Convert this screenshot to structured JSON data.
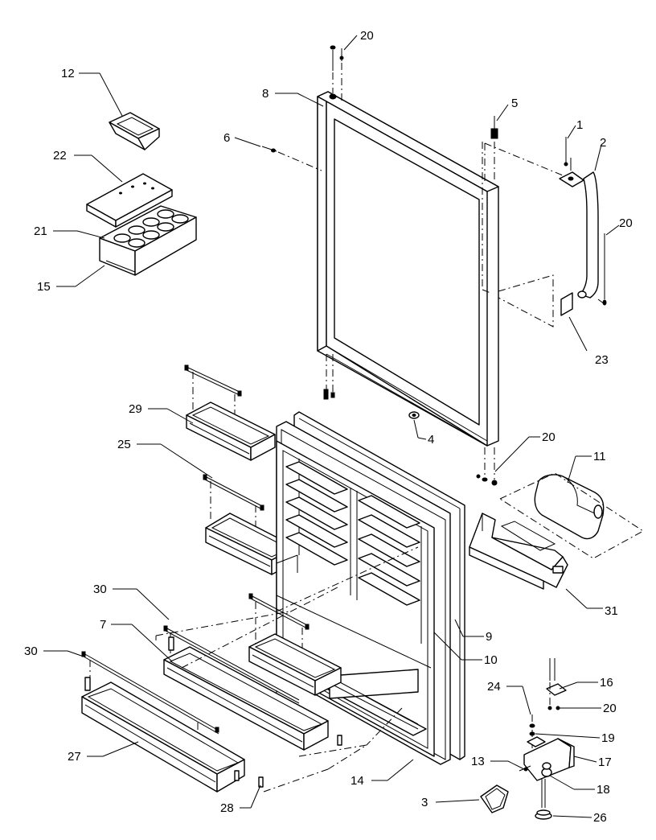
{
  "diagram": {
    "callouts": [
      {
        "id": "c1",
        "label": "1"
      },
      {
        "id": "c2",
        "label": "2"
      },
      {
        "id": "c3",
        "label": "3"
      },
      {
        "id": "c4",
        "label": "4"
      },
      {
        "id": "c5",
        "label": "5"
      },
      {
        "id": "c6",
        "label": "6"
      },
      {
        "id": "c7",
        "label": "7"
      },
      {
        "id": "c8",
        "label": "8"
      },
      {
        "id": "c9",
        "label": "9"
      },
      {
        "id": "c10",
        "label": "10"
      },
      {
        "id": "c11",
        "label": "11"
      },
      {
        "id": "c12",
        "label": "12"
      },
      {
        "id": "c13",
        "label": "13"
      },
      {
        "id": "c14",
        "label": "14"
      },
      {
        "id": "c15",
        "label": "15"
      },
      {
        "id": "c16",
        "label": "16"
      },
      {
        "id": "c17",
        "label": "17"
      },
      {
        "id": "c18",
        "label": "18"
      },
      {
        "id": "c19",
        "label": "19"
      },
      {
        "id": "c20a",
        "label": "20"
      },
      {
        "id": "c20b",
        "label": "20"
      },
      {
        "id": "c20c",
        "label": "20"
      },
      {
        "id": "c20d",
        "label": "20"
      },
      {
        "id": "c21",
        "label": "21"
      },
      {
        "id": "c22",
        "label": "22"
      },
      {
        "id": "c23",
        "label": "23"
      },
      {
        "id": "c24",
        "label": "24"
      },
      {
        "id": "c25",
        "label": "25"
      },
      {
        "id": "c26",
        "label": "26"
      },
      {
        "id": "c27",
        "label": "27"
      },
      {
        "id": "c28",
        "label": "28"
      },
      {
        "id": "c29",
        "label": "29"
      },
      {
        "id": "c30a",
        "label": "30"
      },
      {
        "id": "c30b",
        "label": "30"
      },
      {
        "id": "c31",
        "label": "31"
      }
    ]
  }
}
